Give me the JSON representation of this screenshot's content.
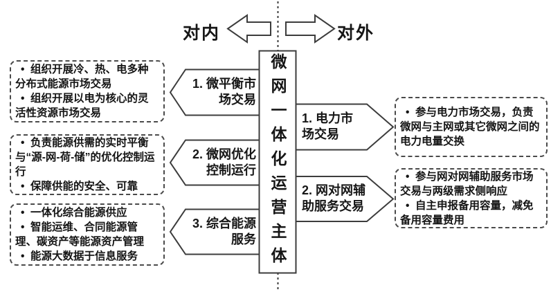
{
  "colors": {
    "stroke": "#3c3c3c",
    "text": "#161616",
    "background": "#ffffff"
  },
  "header": {
    "internal_label": "对内",
    "external_label": "对外"
  },
  "center": {
    "title": "微网一体化运营主体"
  },
  "internal_functions": [
    {
      "label": "1. 微平衡市\n场交易",
      "details": [
        "组织开展冷、热、电多种分布式能源市场交易",
        "组织开展以电为核心的灵活性资源市场交易"
      ]
    },
    {
      "label": "2. 微网优化\n控制运行",
      "details": [
        "负责能源供需的实时平衡与“源-网-荷-储”的优化控制运行",
        "保障供能的安全、可靠"
      ]
    },
    {
      "label": "3. 综合能源\n服务",
      "details": [
        "一体化综合能源供应",
        "智能运维、合同能源管理、碳资产等能源资产管理",
        "能源大数据于信息服务"
      ]
    }
  ],
  "external_functions": [
    {
      "label": "1. 电力市\n场交易",
      "details": [
        "参与电力市场交易，负责微网与主网或其它微网之间的电力电量交换"
      ]
    },
    {
      "label": "2. 网对网辅\n助服务交易",
      "details": [
        "参与网对网辅助服务市场交易与两级需求侧响应",
        "自主申报备用容量，减免备用容量费用"
      ]
    }
  ]
}
